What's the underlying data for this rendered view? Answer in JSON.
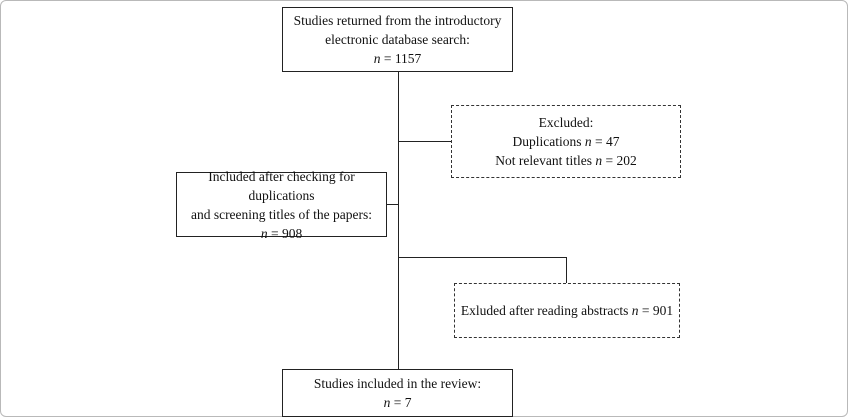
{
  "boxes": {
    "initial_search": {
      "line1": "Studies returned from the introductory",
      "line2": "electronic database search:",
      "count": "1157"
    },
    "excluded": {
      "title": "Excluded:",
      "dup_label": "Duplications",
      "dup_count": "47",
      "notrel_label": "Not relevant titles",
      "notrel_count": "202"
    },
    "included_after_screening": {
      "line1": "Included after checking for duplications",
      "line2": "and screening titles of the papers:",
      "count": "908"
    },
    "excluded_abstracts": {
      "label": "Exluded after reading abstracts",
      "count": "901"
    },
    "final_included": {
      "line1": "Studies included in the review:",
      "count": "7"
    }
  },
  "n_symbol": "n",
  "equals": "="
}
